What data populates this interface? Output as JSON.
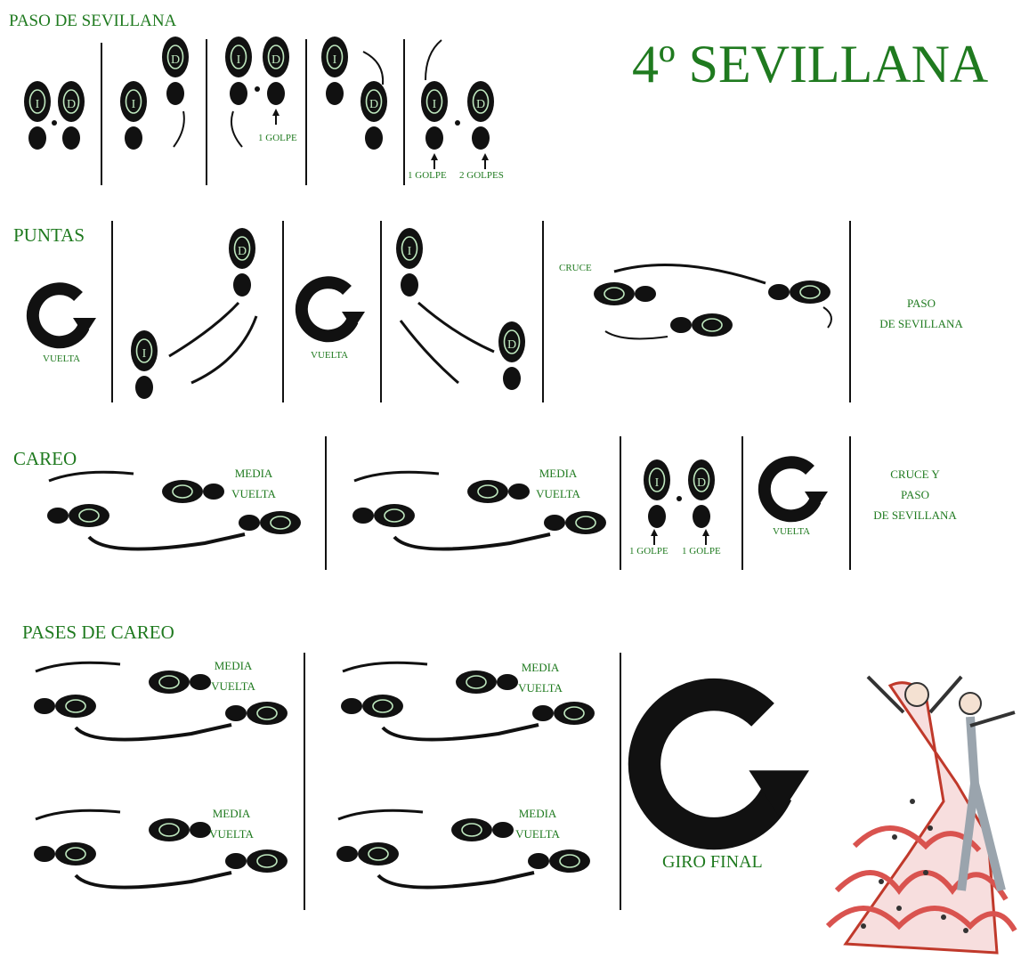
{
  "title": "4º SEVILLANA",
  "colors": {
    "green": "#1f7a1f",
    "sole": "#111111",
    "mark": "#bfe8bf"
  },
  "sections": {
    "paso": {
      "heading": "PASO DE SEVILLANA",
      "golpe1": "1 GOLPE",
      "golpe_left": "1 GOLPE",
      "golpe_right": "2 GOLPES"
    },
    "puntas": {
      "heading": "PUNTAS",
      "vuelta1": "VUELTA",
      "vuelta2": "VUELTA",
      "cruce": "CRUCE",
      "paso_1": "PASO",
      "paso_2": "DE SEVILLANA"
    },
    "careo": {
      "heading": "CAREO",
      "media_a1": "MEDIA",
      "media_a2": "VUELTA",
      "media_b1": "MEDIA",
      "media_b2": "VUELTA",
      "golpe_l": "1 GOLPE",
      "golpe_r": "1 GOLPE",
      "vuelta": "VUELTA",
      "end_1": "CRUCE Y",
      "end_2": "PASO",
      "end_3": "DE SEVILLANA"
    },
    "pases": {
      "heading": "PASES DE CAREO",
      "m1a": "MEDIA",
      "m1b": "VUELTA",
      "m2a": "MEDIA",
      "m2b": "VUELTA",
      "m3a": "MEDIA",
      "m3b": "VUELTA",
      "m4a": "MEDIA",
      "m4b": "VUELTA",
      "giro": "GIRO FINAL"
    }
  },
  "footprint_letters": {
    "left": "I",
    "right": "D"
  }
}
